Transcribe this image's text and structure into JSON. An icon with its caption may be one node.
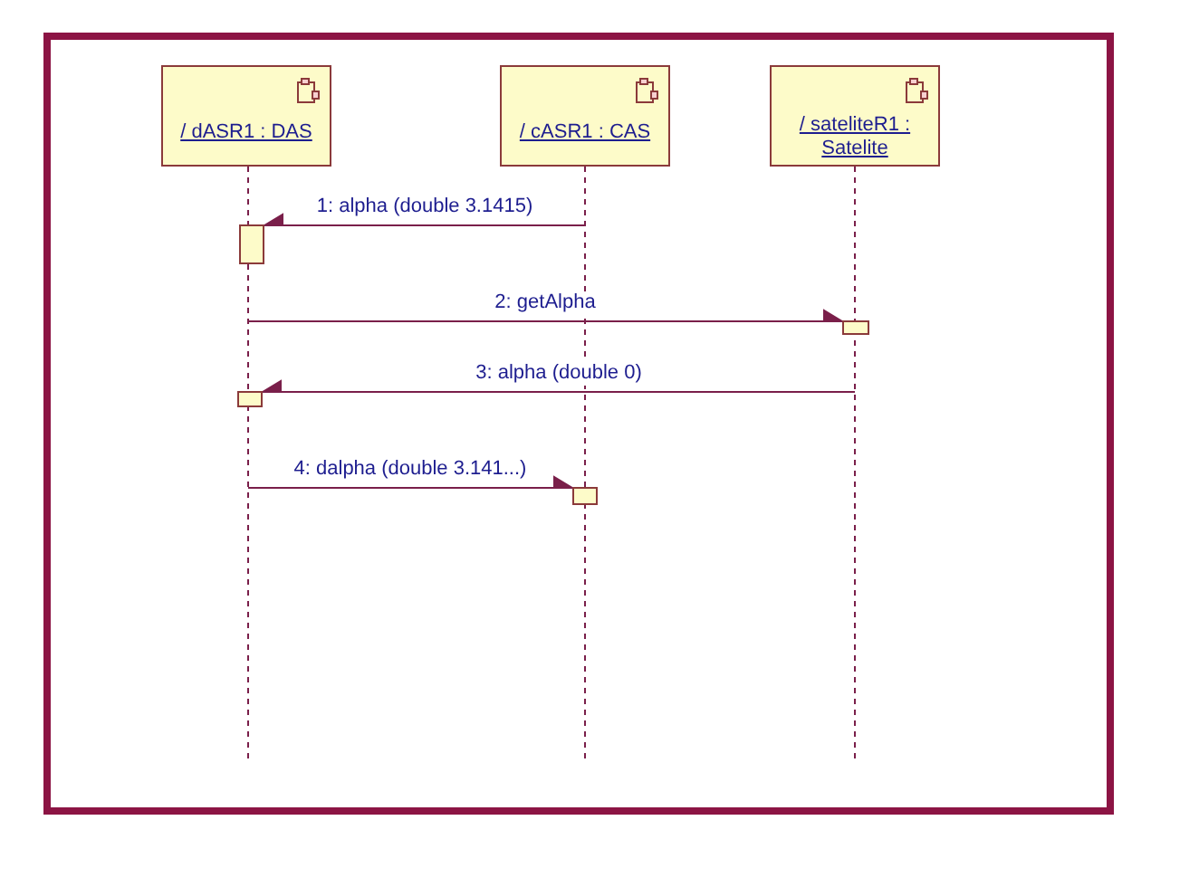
{
  "diagram": {
    "nodes": [
      {
        "text": [
          "/ dASR1 : DAS"
        ]
      },
      {
        "text": [
          "/ cASR1 : CAS"
        ]
      },
      {
        "text": [
          "/ sateliteR1 : Satelite"
        ]
      },
      {
        "text": [],
        "shape": "line"
      },
      {
        "text": [],
        "shape": "line"
      },
      {
        "text": [],
        "shape": "line"
      },
      {
        "text": [],
        "shape": "bar"
      },
      {
        "text": [],
        "shape": "bar"
      },
      {
        "text": [],
        "shape": "bar"
      },
      {
        "text": [],
        "shape": "bar"
      }
    ],
    "edges": [
      {
        "from": 4,
        "to": 6,
        "arrow": "to",
        "label": "1: alpha (double 3.1415)"
      },
      {
        "from": 3,
        "to": 7,
        "arrow": "to",
        "label": "2: getAlpha"
      },
      {
        "from": 5,
        "to": 8,
        "arrow": "to",
        "label": "3: alpha (double 0)"
      },
      {
        "from": 3,
        "to": 9,
        "arrow": "to",
        "label": "4: dalpha (double 3.141...)"
      }
    ]
  }
}
